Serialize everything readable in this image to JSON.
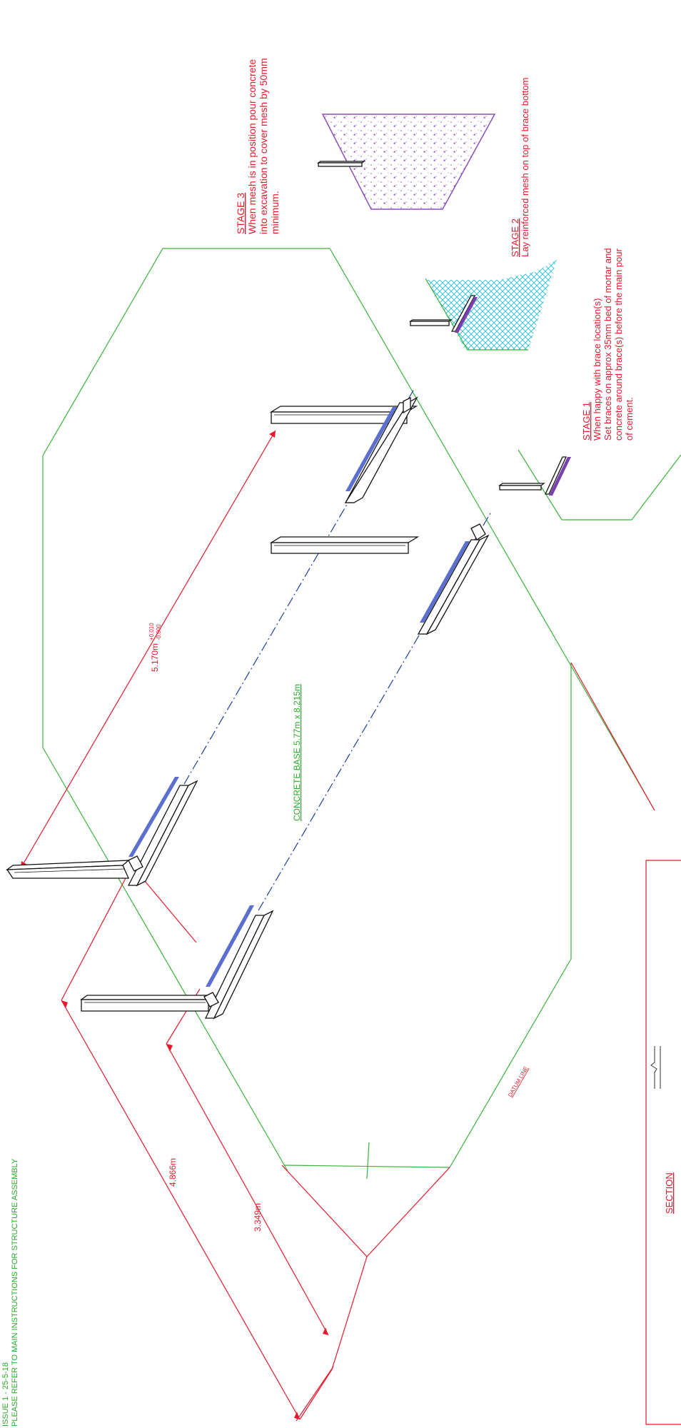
{
  "issue": "ISSUE 1 - 25-5-18",
  "refer_note": "PLEASE REFER TO MAIN INSTRUCTIONS FOR STRUCTURE ASSEMBLY",
  "base_label": "CONCRETE BASE 5.77m x 8.215m",
  "datum_label": "DATUM LINE",
  "section_label": "SECTION",
  "dim_long": "4.866m",
  "dim_short": "3.349m",
  "dim_span": "5.170m",
  "dim_span_tol_plus": "+0.010",
  "dim_span_tol_minus": "-0.000",
  "stage1": {
    "title": "STAGE 1",
    "line1": "When happy with brace location(s)",
    "line2": "Set braces on approx 35mm bed of mortar and",
    "line3": "concrete around brace(s) before the main pour",
    "line4": "of cement."
  },
  "stage2": {
    "title": "STAGE 2",
    "line1": "Lay reinforced mesh on top of brace bottom"
  },
  "stage3": {
    "title": "STAGE 3",
    "line1": "When mesh is in position pour concrete",
    "line2": "into excavation to cover mesh by 50mm",
    "line3": "minimum."
  },
  "colors": {
    "dimension_red": "#e8192c",
    "outline_green": "#3bb23b",
    "centerline_blue": "#1f3f9a",
    "mesh_cyan": "#36c2d8",
    "concrete_purple": "#8a4fb8"
  }
}
